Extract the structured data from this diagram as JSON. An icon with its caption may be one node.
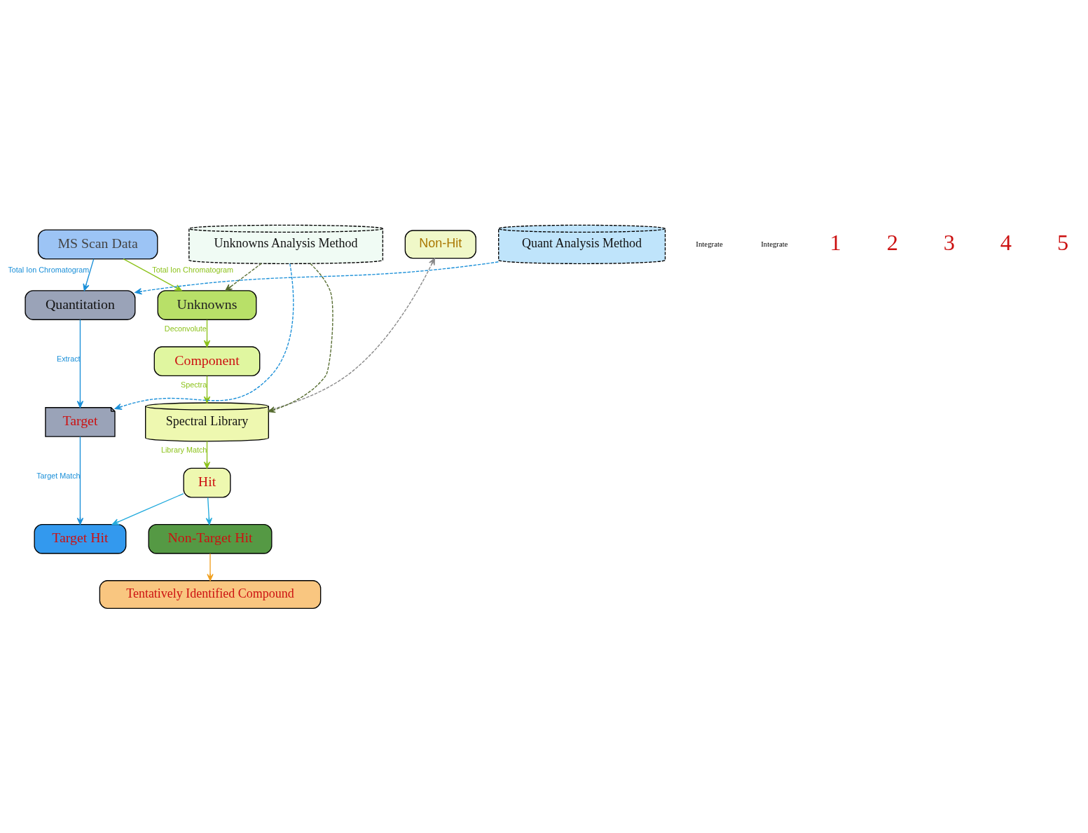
{
  "diagram": {
    "nodes": [
      {
        "text": [
          "MS Scan Data"
        ]
      },
      {
        "text": [
          "Quantitation"
        ]
      },
      {
        "text": [
          "Unknowns"
        ]
      },
      {
        "text": [
          "Target"
        ]
      },
      {
        "text": [
          "Non-Hit"
        ]
      },
      {
        "text": [
          "Component"
        ]
      },
      {
        "text": [
          "Hit"
        ]
      },
      {
        "text": [
          "Spectral Library"
        ]
      },
      {
        "text": [
          "Target Hit"
        ]
      },
      {
        "text": [
          "Non-Target Hit"
        ]
      },
      {
        "text": [
          "Quant Analysis Method"
        ]
      },
      {
        "text": [
          "Unknowns Analysis Method"
        ]
      },
      {
        "text": [
          "Tentatively Identified Compound"
        ]
      }
    ],
    "edges": [
      {
        "from": 0,
        "to": 1,
        "arrow": "to",
        "label": "Total Ion Chromatogram",
        "color": "#1a8fd8"
      },
      {
        "from": 0,
        "to": 2,
        "arrow": "to",
        "label": "Total Ion Chromatogram",
        "color": "#8cc21a"
      },
      {
        "from": 1,
        "to": 3,
        "arrow": "to",
        "label": "Extract",
        "color": "#1a8fd8"
      },
      {
        "from": 2,
        "to": 5,
        "arrow": "to",
        "label": "Deconvolute",
        "color": "#8cc21a"
      },
      {
        "from": 5,
        "to": 7,
        "arrow": "to",
        "label": "Spectra",
        "color": "#8cc21a"
      },
      {
        "from": 7,
        "to": 4,
        "arrow": "to",
        "style": "dashed",
        "color": "#888888"
      },
      {
        "from": 7,
        "to": 6,
        "arrow": "to",
        "label": "Library Match",
        "color": "#8cc21a"
      },
      {
        "from": 3,
        "to": 8,
        "arrow": "to",
        "label": "Target Match",
        "color": "#1a8fd8"
      },
      {
        "from": 6,
        "to": 8,
        "arrow": "to",
        "color": "#22aadd"
      },
      {
        "from": 6,
        "to": 9,
        "arrow": "to",
        "color": "#22aadd"
      },
      {
        "from": 9,
        "to": 12,
        "arrow": "to",
        "color": "#f0a020"
      },
      {
        "from": 10,
        "to": 1,
        "arrow": "to",
        "style": "dashed",
        "color": "#1a8fd8"
      },
      {
        "from": 11,
        "to": 3,
        "arrow": "to",
        "style": "dashed",
        "color": "#1a8fd8"
      },
      {
        "from": 11,
        "to": 7,
        "arrow": "to",
        "style": "dashed",
        "color": "#556b2f"
      },
      {
        "from": 11,
        "to": 2,
        "arrow": "to",
        "style": "dashed",
        "color": "#556b2f"
      }
    ],
    "labels": [
      "Integrate",
      "Integrate",
      "1",
      "2",
      "3",
      "4",
      "5"
    ]
  }
}
